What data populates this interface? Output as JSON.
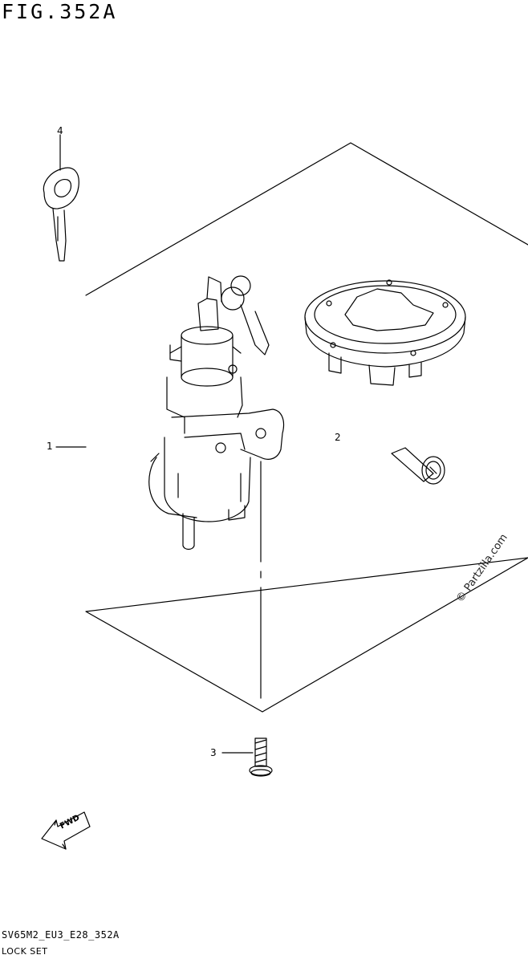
{
  "figure": {
    "title": "FIG.352A",
    "code": "SV65M2_EU3_E28_352A",
    "set_name": "LOCK SET"
  },
  "callouts": [
    {
      "id": "1",
      "label": "1"
    },
    {
      "id": "2",
      "label": "2"
    },
    {
      "id": "3",
      "label": "3"
    },
    {
      "id": "4",
      "label": "4"
    }
  ],
  "fwd_label": "FWD",
  "watermark": "© Partzilla.com"
}
